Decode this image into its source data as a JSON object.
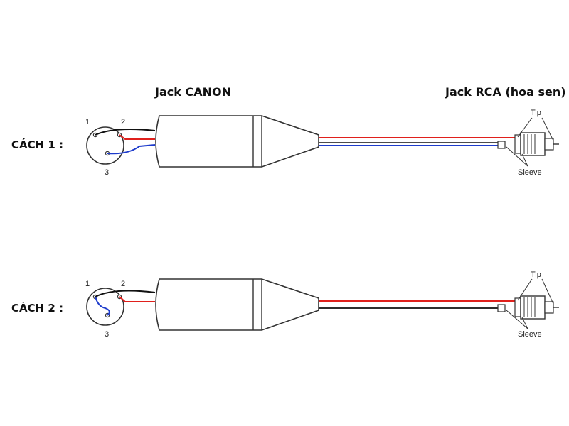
{
  "headings": {
    "xlr": "Jack CANON",
    "rca": "Jack RCA (hoa sen)"
  },
  "methods": [
    {
      "label": "CÁCH 1 :",
      "pins": [
        "1",
        "2",
        "3"
      ],
      "tip_label": "Tip",
      "sleeve_label": "Sleeve"
    },
    {
      "label": "CÁCH 2 :",
      "pins": [
        "1",
        "2",
        "3"
      ],
      "tip_label": "Tip",
      "sleeve_label": "Sleeve"
    }
  ],
  "colors": {
    "red_wire": "#e0201c",
    "blue_wire": "#1e3ccc",
    "black_wire": "#111111",
    "outline": "#333333"
  }
}
